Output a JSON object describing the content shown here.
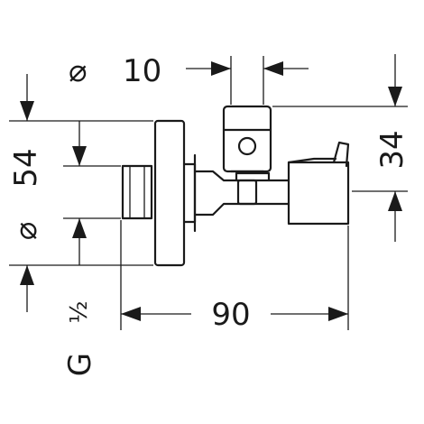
{
  "dimensions": {
    "outlet_diameter": {
      "symbol": "⌀",
      "value": "10"
    },
    "height": {
      "value": "34"
    },
    "flange_diameter": {
      "symbol": "⌀",
      "value": "54"
    },
    "length": {
      "value": "90"
    },
    "thread": {
      "prefix": "G",
      "fraction": "½"
    }
  }
}
